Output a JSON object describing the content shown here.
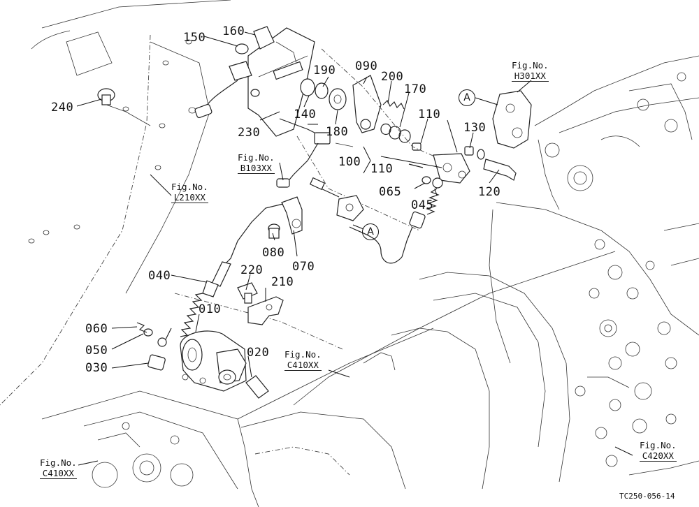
{
  "drawing_code": "TC250-056-14",
  "reference_mark": "A",
  "part_numbers": {
    "p010": "010",
    "p020": "020",
    "p030": "030",
    "p040": "040",
    "p045": "045",
    "p050": "050",
    "p060": "060",
    "p065": "065",
    "p070": "070",
    "p080": "080",
    "p090": "090",
    "p100": "100",
    "p110a": "110",
    "p110b": "110",
    "p120": "120",
    "p130": "130",
    "p140": "140",
    "p150": "150",
    "p160": "160",
    "p170": "170",
    "p180": "180",
    "p190": "190",
    "p200": "200",
    "p210": "210",
    "p220": "220",
    "p230": "230",
    "p240": "240"
  },
  "figure_refs": {
    "fig_label": "Fig.No.",
    "h301": "H301XX",
    "b103": "B103XX",
    "l210": "L210XX",
    "c410_mid": "C410XX",
    "c410_left": "C410XX",
    "c420": "C420XX"
  }
}
